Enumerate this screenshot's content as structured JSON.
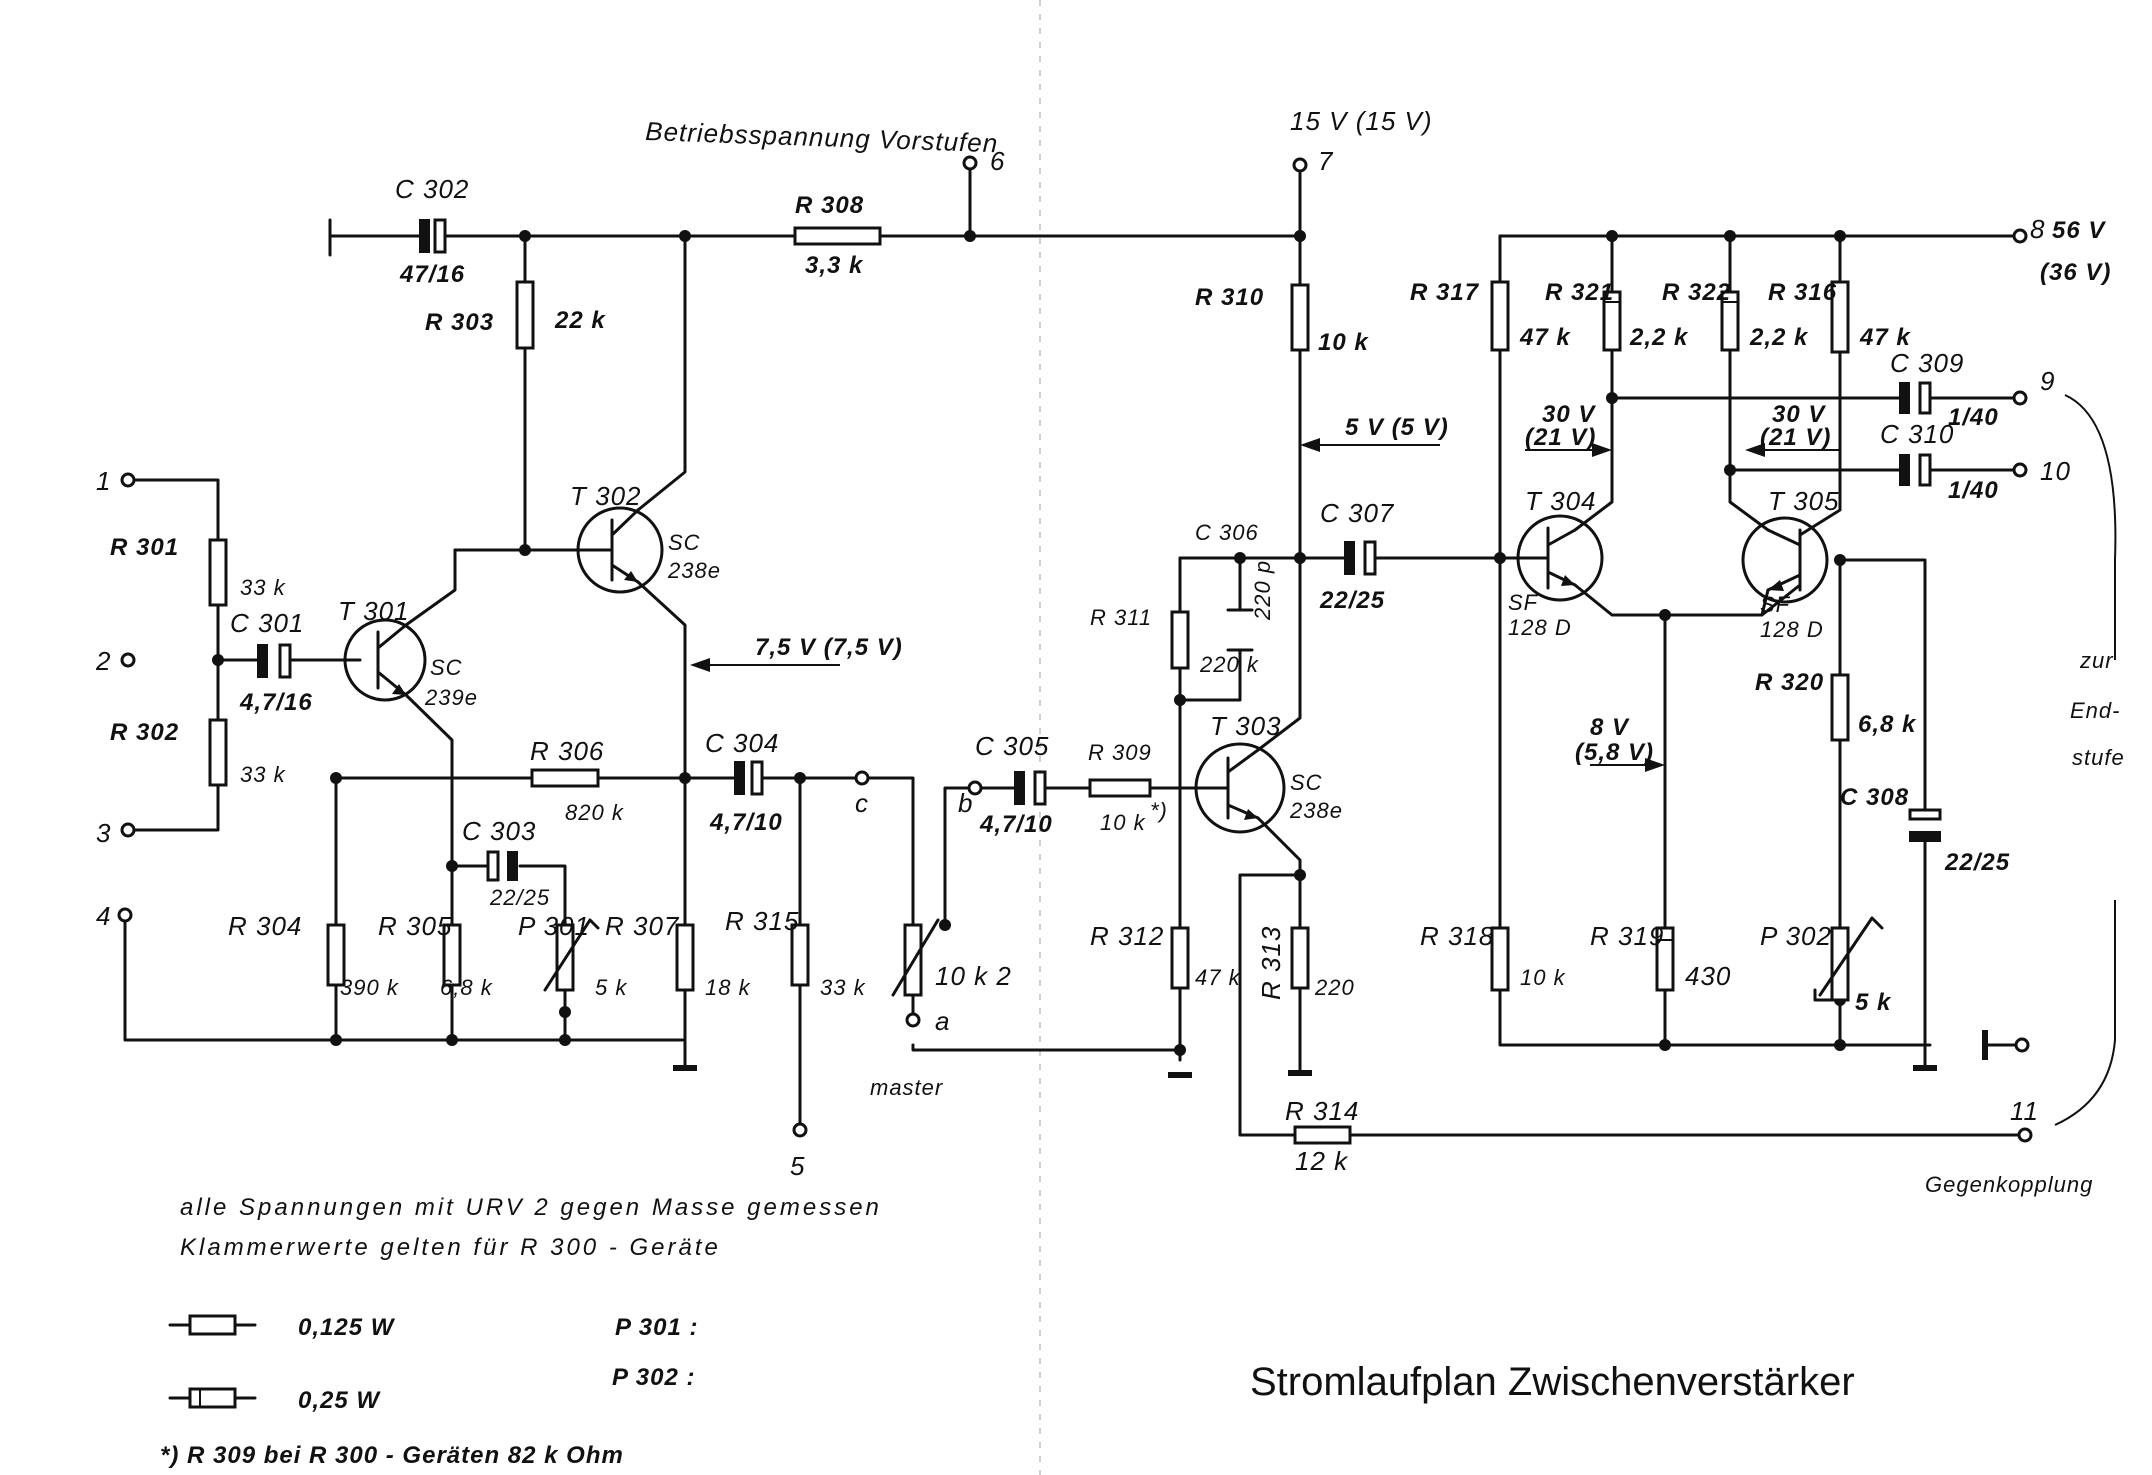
{
  "title": "Stromlaufplan Zwischenverstärker",
  "supply_labels": {
    "vorstufen": "Betriebsspannung Vorstufen",
    "v15": "15 V (15 V)",
    "v56": "56 V",
    "v36": "(36 V)"
  },
  "terminals": {
    "t1": "1",
    "t2": "2",
    "t3": "3",
    "t4": "4",
    "t5": "5",
    "t6": "6",
    "t7": "7",
    "t8": "8",
    "t9": "9",
    "t10": "10",
    "t11": "11",
    "ta": "a",
    "tb": "b",
    "tc": "c"
  },
  "components": {
    "R301": {
      "name": "R 301",
      "value": "33 k"
    },
    "R302": {
      "name": "R 302",
      "value": "33 k"
    },
    "R303": {
      "name": "R 303",
      "value": "22 k"
    },
    "R304": {
      "name": "R 304",
      "value": "390 k"
    },
    "R305": {
      "name": "R 305",
      "value": "6,8 k"
    },
    "R306": {
      "name": "R 306",
      "value": "820 k"
    },
    "R307": {
      "name": "R 307",
      "value": "18 k"
    },
    "R308": {
      "name": "R 308",
      "value": "3,3 k"
    },
    "R309": {
      "name": "R 309",
      "value": "10 k"
    },
    "R310": {
      "name": "R 310",
      "value": "10 k"
    },
    "R311": {
      "name": "R 311",
      "value": "220 k"
    },
    "R312": {
      "name": "R 312",
      "value": "47 k"
    },
    "R313": {
      "name": "R 313",
      "value": "220"
    },
    "R314": {
      "name": "R 314",
      "value": "12 k"
    },
    "R315": {
      "name": "R 315",
      "value": "33 k"
    },
    "R316": {
      "name": "R 316",
      "value": "47 k"
    },
    "R317": {
      "name": "R 317",
      "value": "47 k"
    },
    "R318": {
      "name": "R 318",
      "value": "10 k"
    },
    "R319": {
      "name": "R 319",
      "value": "430"
    },
    "R320": {
      "name": "R 320",
      "value": "6,8 k"
    },
    "R321": {
      "name": "R 321",
      "value": "2,2 k"
    },
    "R322": {
      "name": "R 322",
      "value": "2,2 k"
    },
    "C301": {
      "name": "C 301",
      "value": "4,7/16"
    },
    "C302": {
      "name": "C 302",
      "value": "47/16"
    },
    "C303": {
      "name": "C 303",
      "value": "22/25"
    },
    "C304": {
      "name": "C 304",
      "value": "4,7/10"
    },
    "C305": {
      "name": "C 305",
      "value": "4,7/10"
    },
    "C306": {
      "name": "C 306",
      "value": "220 p"
    },
    "C307": {
      "name": "C 307",
      "value": "22/25"
    },
    "C308": {
      "name": "C 308",
      "value": "22/25"
    },
    "C309": {
      "name": "C 309",
      "value": "1/40"
    },
    "C310": {
      "name": "C 310",
      "value": "1/40"
    },
    "P301": {
      "name": "P 301",
      "value": "5 k"
    },
    "P302": {
      "name": "P 302",
      "value": "5 k"
    },
    "master": {
      "value": "10 k 2",
      "label": "master"
    },
    "T301": {
      "name": "T 301",
      "type1": "SC",
      "type2": "239e"
    },
    "T302": {
      "name": "T 302",
      "type1": "SC",
      "type2": "238e"
    },
    "T303": {
      "name": "T 303",
      "type1": "SC",
      "type2": "238e"
    },
    "T304": {
      "name": "T 304",
      "type1": "SF",
      "type2": "128 D"
    },
    "T305": {
      "name": "T 305",
      "type1": "SF",
      "type2": "128 D"
    }
  },
  "voltages": {
    "v75": "7,5 V (7,5 V)",
    "v5": "5 V (5 V)",
    "v30a": "30 V",
    "v21a": "(21 V)",
    "v30b": "30 V",
    "v21b": "(21 V)",
    "v8": "8 V",
    "v58": "(5,8 V)"
  },
  "side_labels": {
    "zur": "zur",
    "end": "End-",
    "stufe": "stufe",
    "gegenkopplung": "Gegenkopplung",
    "star": "*)"
  },
  "notes": {
    "line1": "alle Spannungen mit URV 2 gegen Masse gemessen",
    "line2": "Klammerwerte gelten für R 300 - Geräte",
    "legend1": "0,125 W",
    "legend2": "0,25 W",
    "p301": "P 301 :",
    "p302": "P 302 :",
    "footnote": "*) R 309 bei R 300 - Geräten 82 k Ohm"
  }
}
